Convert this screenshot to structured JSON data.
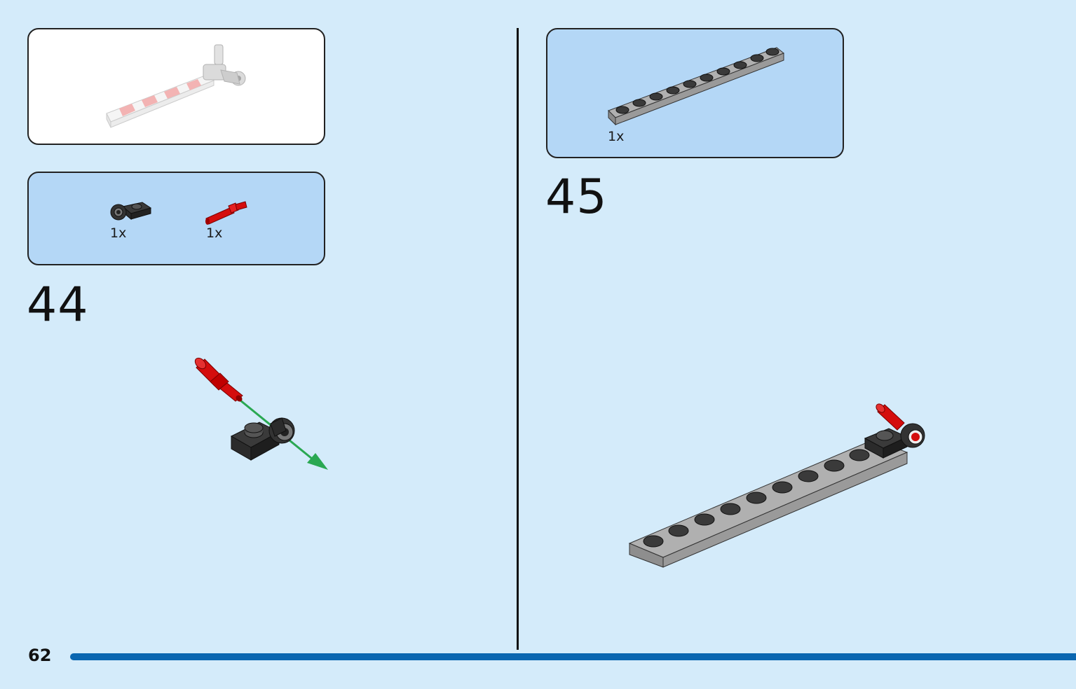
{
  "left_step": {
    "subassembly_preview": "barrier-arm-preview",
    "parts": [
      {
        "icon": "black-plate-with-clip-part",
        "quantity": "1x"
      },
      {
        "icon": "red-pin-axle-part",
        "quantity": "1x"
      }
    ],
    "step_number": "44"
  },
  "right_step": {
    "parts": [
      {
        "icon": "gray-1x10-plate-part",
        "quantity": "1x"
      }
    ],
    "step_number": "45"
  },
  "footer": {
    "page_number": "62",
    "progress_fraction": 1.0
  },
  "colors": {
    "page_background": "#d4ebfa",
    "parts_panel": "#b4d7f6",
    "progress_bar": "#0a66b0",
    "arrow_green": "#2aa852",
    "brick_red": "#d40d0d",
    "brick_gray": "#a5a5a5",
    "brick_black": "#2b2b2b"
  }
}
